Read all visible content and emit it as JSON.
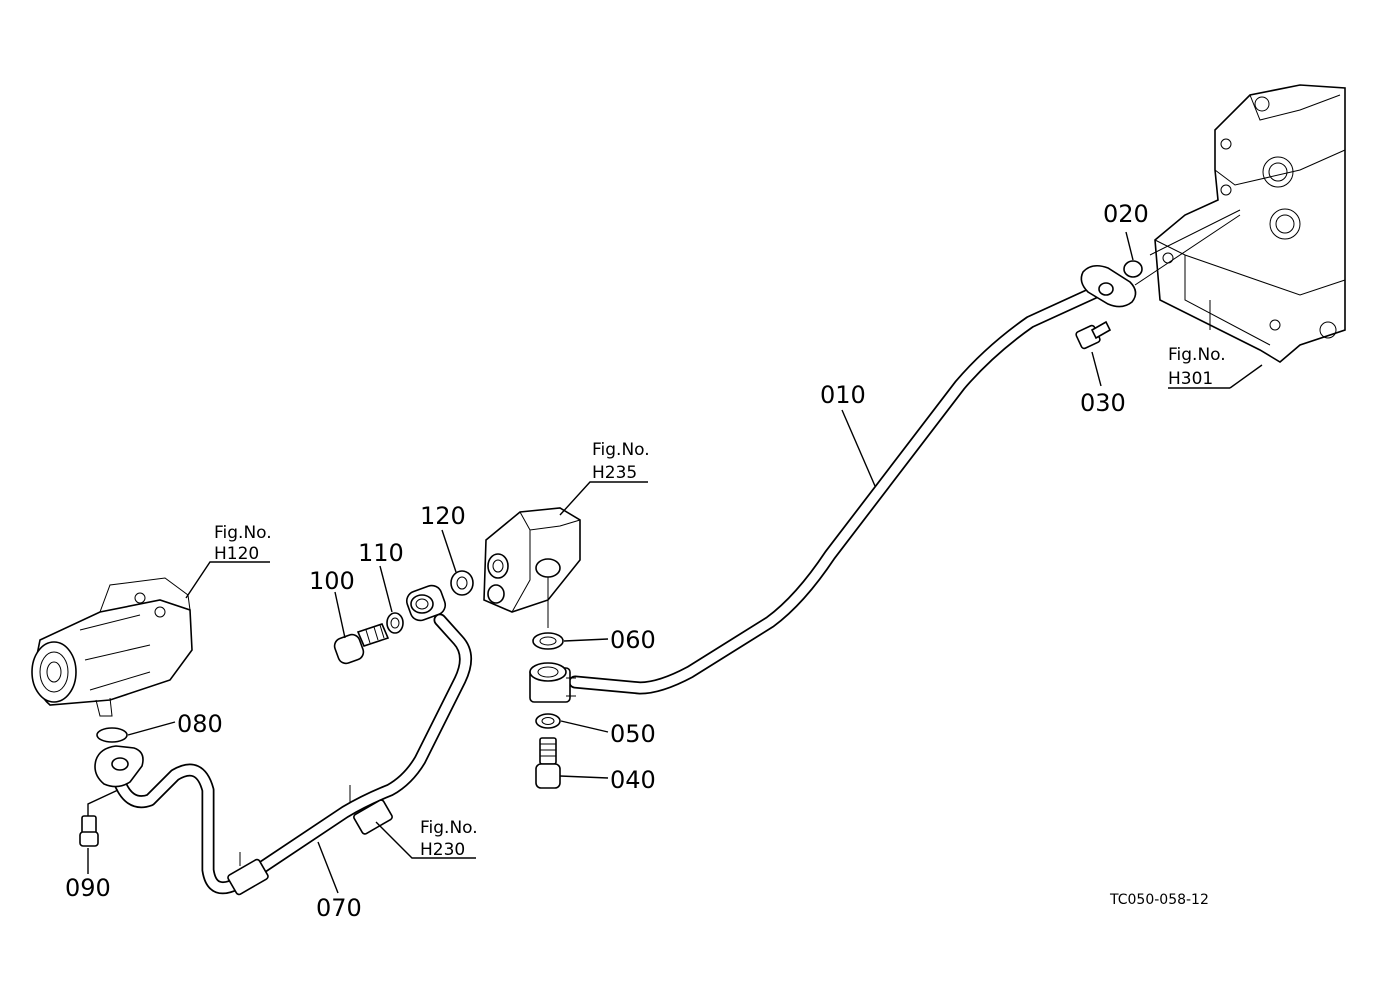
{
  "diagram": {
    "part_labels": {
      "p010": "010",
      "p020": "020",
      "p030": "030",
      "p040": "040",
      "p050": "050",
      "p060": "060",
      "p070": "070",
      "p080": "080",
      "p090": "090",
      "p100": "100",
      "p110": "110",
      "p120": "120"
    },
    "figure_refs": {
      "h120": {
        "line1": "Fig.No.",
        "line2": "H120"
      },
      "h230": {
        "line1": "Fig.No.",
        "line2": "H230"
      },
      "h235": {
        "line1": "Fig.No.",
        "line2": "H235"
      },
      "h301": {
        "line1": "Fig.No.",
        "line2": "H301"
      }
    },
    "drawing_code": "TC050-058-12"
  }
}
